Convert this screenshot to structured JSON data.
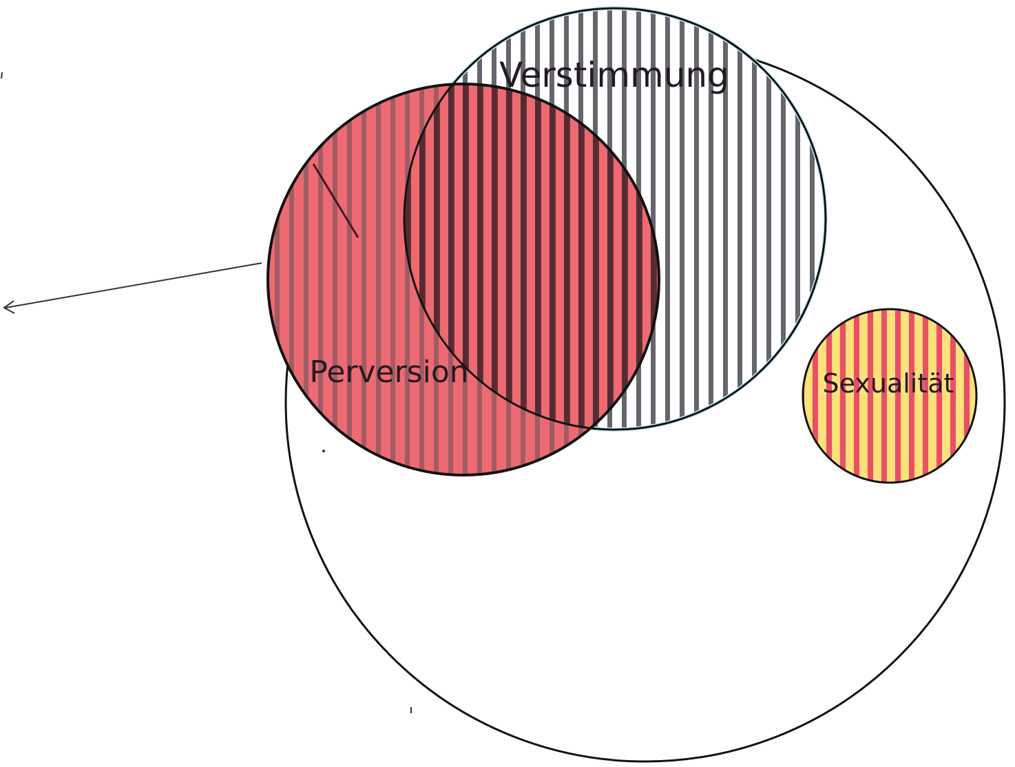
{
  "labels": {
    "top_circle": "Verstimmung",
    "left_circle": "Perversion",
    "small_circle": "Sexualität"
  },
  "colors": {
    "background": "#ffffff",
    "perversion_fill": "#ee6a72",
    "verstimmung_fill": "#ffffff",
    "verstimmung_outline_tint": "#c8ecf6",
    "sexualitaet_fill": "#ffe07a",
    "sexualitaet_stripe": "#e94f67",
    "hatch_line": "#4a4a52",
    "outline": "#111111",
    "arrow": "#333333"
  }
}
